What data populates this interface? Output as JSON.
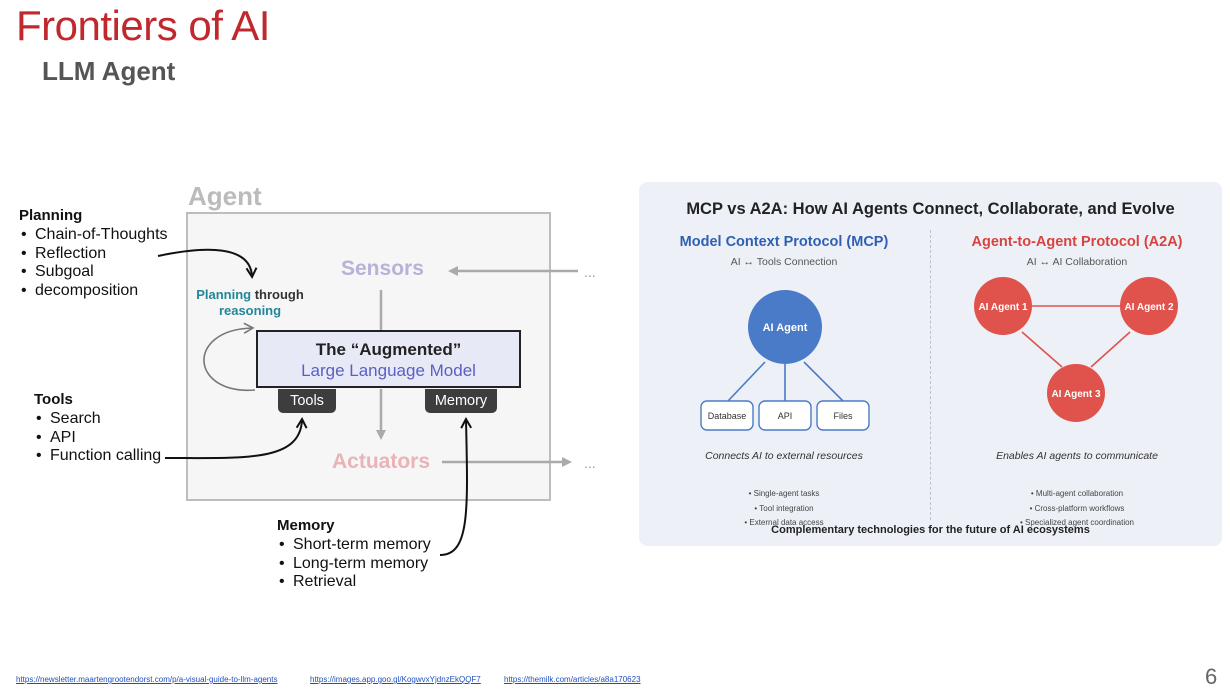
{
  "header": {
    "title": "Frontiers of AI",
    "subtitle": "LLM Agent"
  },
  "agent_diagram": {
    "agent_label": "Agent",
    "sensors": "Sensors",
    "actuators": "Actuators",
    "ellipsis_in": "...",
    "ellipsis_out": "...",
    "planning_reasoning": {
      "teal": "Planning",
      "rest": " through",
      "line2": "reasoning"
    },
    "llm_line1": "The “Augmented”",
    "llm_line2": "Large Language Model",
    "tools_tab": "Tools",
    "memory_tab": "Memory",
    "planning": {
      "heading": "Planning",
      "items": [
        "Chain-of-Thoughts",
        "Reflection",
        "Subgoal",
        "decomposition"
      ]
    },
    "tools": {
      "heading": "Tools",
      "items": [
        "Search",
        "API",
        "Function calling"
      ]
    },
    "memory": {
      "heading": "Memory",
      "items": [
        "Short-term memory",
        "Long-term memory",
        "Retrieval"
      ]
    }
  },
  "protocol_panel": {
    "title": "MCP vs A2A: How AI Agents Connect, Collaborate, and Evolve",
    "mcp": {
      "title": "Model Context Protocol (MCP)",
      "subtitle": "AI ↔ Tools Connection",
      "hub": "AI Agent",
      "nodes": [
        "Database",
        "API",
        "Files"
      ],
      "description": "Connects AI to external resources",
      "features": [
        "• Single-agent tasks",
        "• Tool integration",
        "• External data access"
      ]
    },
    "a2a": {
      "title": "Agent-to-Agent Protocol (A2A)",
      "subtitle": "AI ↔ AI Collaboration",
      "agents": [
        "AI Agent 1",
        "AI Agent 2",
        "AI Agent 3"
      ],
      "description": "Enables AI agents to communicate",
      "features": [
        "• Multi-agent collaboration",
        "• Cross-platform workflows",
        "• Specialized agent coordination"
      ]
    },
    "footer": "Complementary technologies for the future of AI ecosystems",
    "colors": {
      "mcp_blue": "#4a7bc8",
      "a2a_red": "#e0524c"
    }
  },
  "links": [
    "https://newsletter.maartengrootendorst.com/p/a-visual-guide-to-llm-agents",
    "https://images.app.goo.gl/KogwvxYjdnzEkQQF7",
    "https://themilk.com/articles/a8a170623"
  ],
  "page_number": "6"
}
